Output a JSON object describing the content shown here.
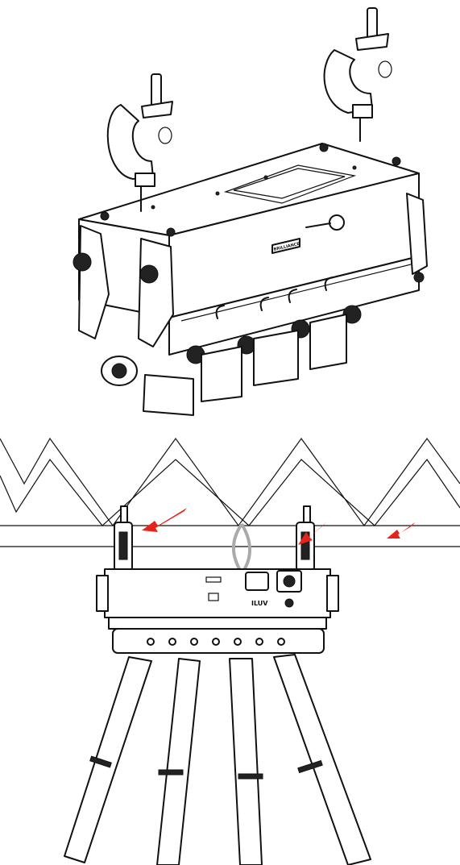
{
  "top_figure": {
    "label_plate": "BRILLIANCE",
    "label_color": "#111111"
  },
  "bottom_figure": {
    "logo": "ILUV",
    "arrow_color": "#e8231c",
    "arrows_count": 3
  }
}
